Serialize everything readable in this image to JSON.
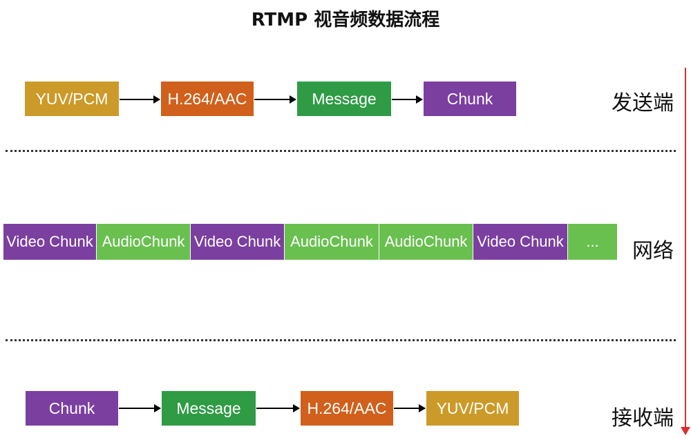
{
  "title": "RTMP 视音频数据流程",
  "colors": {
    "yuv": "#cc9a28",
    "h264": "#d0601b",
    "message": "#2f9b45",
    "chunk": "#7b3fa0",
    "video_chunk": "#7b3fa0",
    "audio_chunk": "#69c04f",
    "arrow_red": "#d9302a"
  },
  "sender": {
    "label": "发送端",
    "boxes": [
      "YUV/PCM",
      "H.264/AAC",
      "Message",
      "Chunk"
    ]
  },
  "network": {
    "label": "网络",
    "segments": [
      "Video Chunk",
      "AudioChunk",
      "Video Chunk",
      "AudioChunk",
      "AudioChunk",
      "Video Chunk",
      "..."
    ]
  },
  "receiver": {
    "label": "接收端",
    "boxes": [
      "Chunk",
      "Message",
      "H.264/AAC",
      "YUV/PCM"
    ]
  }
}
